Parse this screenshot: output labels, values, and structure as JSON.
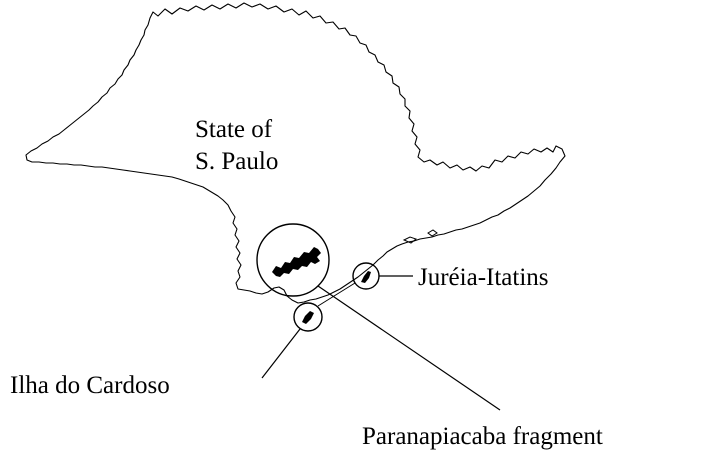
{
  "map": {
    "region_label_line1": "State of",
    "region_label_line2": "S. Paulo",
    "sites": {
      "jureia": "Juréia-Itatins",
      "cardoso": "Ilha do Cardoso",
      "paranapiacaba": "Paranapiacaba fragment"
    },
    "colors": {
      "outline": "#000000",
      "fragment_fill": "#000000",
      "background": "#ffffff"
    }
  }
}
